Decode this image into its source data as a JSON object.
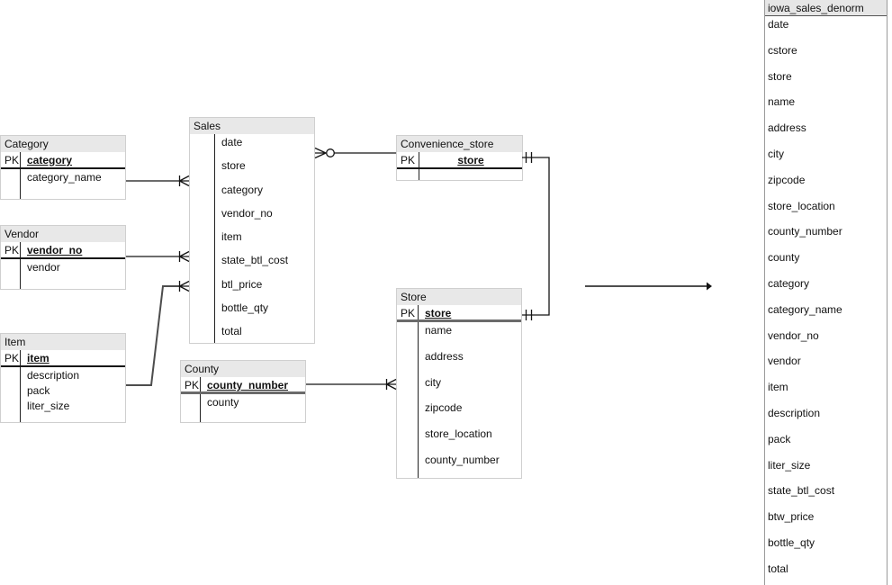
{
  "diagram": {
    "entities": {
      "category": {
        "title": "Category",
        "pk_label": "PK",
        "pk_field": "category",
        "fields": [
          "category_name"
        ]
      },
      "vendor": {
        "title": "Vendor",
        "pk_label": "PK",
        "pk_field": "vendor_no",
        "fields": [
          "vendor"
        ]
      },
      "item": {
        "title": "Item",
        "pk_label": "PK",
        "pk_field": "item",
        "fields": [
          "description",
          "pack",
          "liter_size"
        ]
      },
      "sales": {
        "title": "Sales",
        "fields": [
          "date",
          "store",
          "category",
          "vendor_no",
          "item",
          "state_btl_cost",
          "btl_price",
          "bottle_qty",
          "total"
        ]
      },
      "county": {
        "title": "County",
        "pk_label": "PK",
        "pk_field": "county_number",
        "fields": [
          "county"
        ]
      },
      "cstore": {
        "title": "Convenience_store",
        "pk_label": "PK",
        "pk_field": "store",
        "fields": []
      },
      "store": {
        "title": "Store",
        "pk_label": "PK",
        "pk_field": "store",
        "fields": [
          "name",
          "address",
          "city",
          "zipcode",
          "store_location",
          "county_number"
        ]
      }
    },
    "relationships": [
      {
        "from": "Category",
        "to": "Sales",
        "from_end": "plain",
        "to_end": "one-or-many"
      },
      {
        "from": "Vendor",
        "to": "Sales",
        "from_end": "plain",
        "to_end": "one-or-many"
      },
      {
        "from": "Item",
        "to": "Sales",
        "from_end": "plain",
        "to_end": "one-or-many"
      },
      {
        "from": "Sales",
        "to": "Convenience_store",
        "from_end": "zero-or-many",
        "to_end": "plain"
      },
      {
        "from": "Convenience_store",
        "to": "Store",
        "from_end": "one-and-only-one",
        "to_end": "one-and-only-one"
      },
      {
        "from": "County",
        "to": "Store",
        "from_end": "plain",
        "to_end": "one-or-many"
      },
      {
        "from": "diagram",
        "to": "iowa_sales_denorm",
        "type": "arrow"
      }
    ]
  },
  "denorm_panel": {
    "title": "iowa_sales_denorm",
    "fields": [
      "date",
      "cstore",
      "store",
      "name",
      "address",
      "city",
      "zipcode",
      "store_location",
      "county_number",
      "county",
      "category",
      "category_name",
      "vendor_no",
      "vendor",
      "item",
      "description",
      "pack",
      "liter_size",
      "state_btl_cost",
      "btw_price",
      "bottle_qty",
      "total"
    ]
  },
  "colors": {
    "entity_header_bg": "#e8e8e8",
    "panel_header_bg": "#e6e6e6",
    "line": "#141414",
    "entity_border": "#cfcfcf"
  }
}
